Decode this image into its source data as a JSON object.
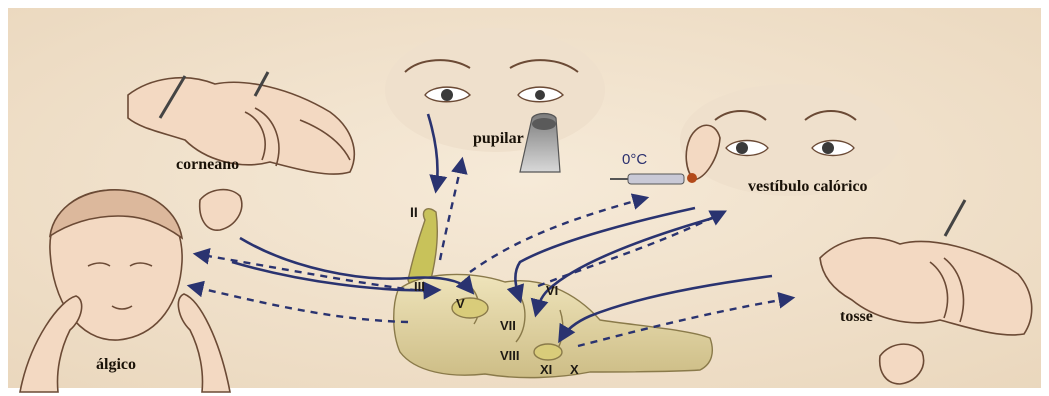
{
  "diagram": {
    "colors": {
      "background": "#f1e4d0",
      "skin": "#f3d9c2",
      "skin_shade": "#d9b394",
      "outline": "#6b4a35",
      "brainstem": "#e6d9a8",
      "optic_nerve": "#c8c25a",
      "arrow": "#2a3370",
      "eye_iris": "#3a3a3a"
    },
    "reflex_labels": {
      "corneal": "corneano",
      "pupillary": "pupilar",
      "vestibulo_caloric": "vestíbulo calórico",
      "cough": "tosse",
      "pain": "álgico"
    },
    "stimulus": {
      "temperature": "0°C"
    },
    "cranial_nerves": {
      "ii": "II",
      "iii": "III",
      "v": "V",
      "vi": "VI",
      "vii": "VII",
      "viii": "VIII",
      "x": "X",
      "xi": "XI"
    }
  }
}
